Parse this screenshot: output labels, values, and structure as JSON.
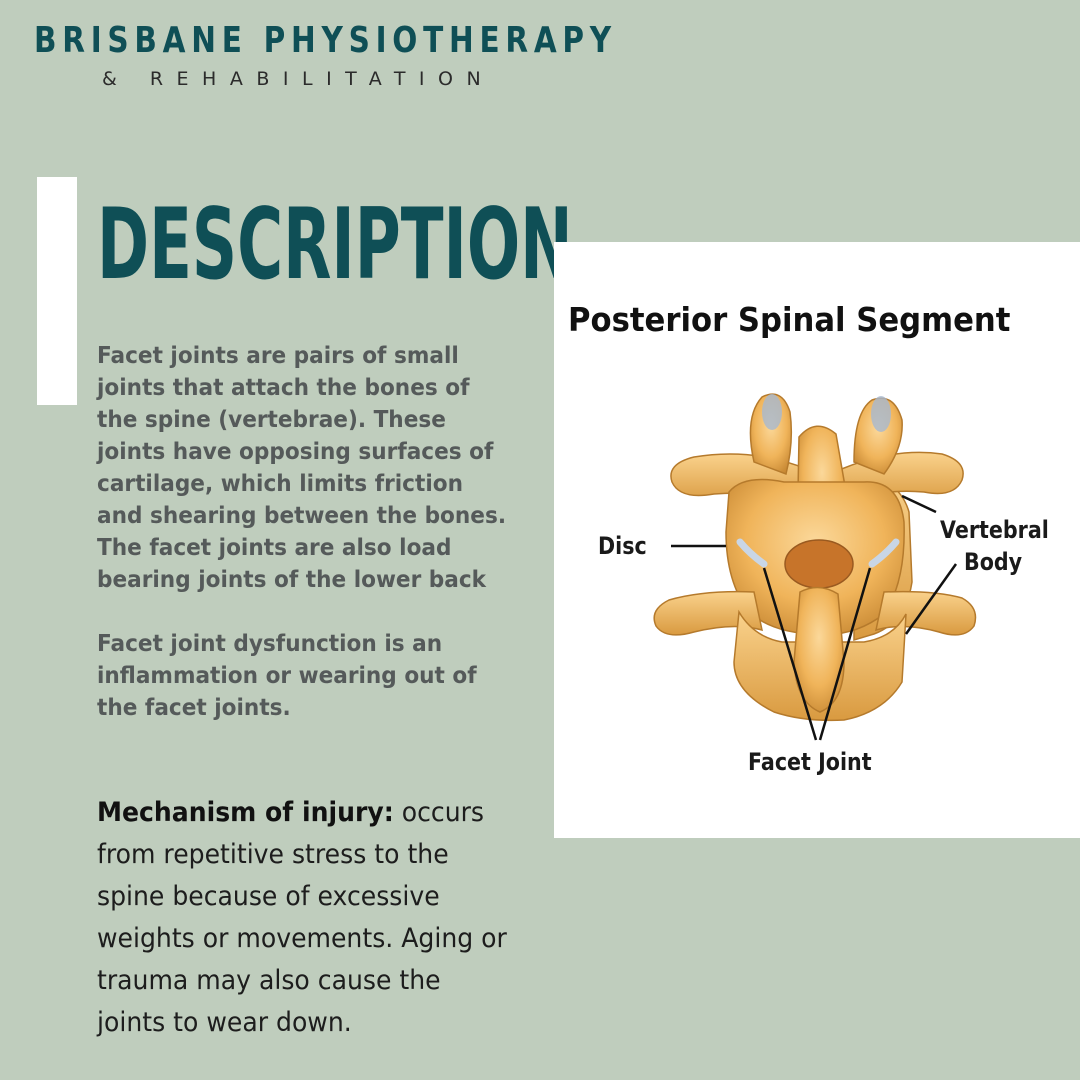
{
  "brand": {
    "title": "BRISBANE PHYSIOTHERAPY",
    "subtitle": "& REHABILITATION"
  },
  "heading": "DESCRIPTION",
  "description": {
    "paragraph1_lines": [
      "Facet joints are pairs of small",
      "joints that attach the bones of",
      "the spine (vertebrae). These",
      "joints have opposing surfaces of",
      "cartilage, which limits friction",
      "and shearing between the bones.",
      "The facet joints are also load",
      "bearing joints of the lower back"
    ],
    "paragraph2_lines": [
      "Facet joint dysfunction is an",
      "inflammation or wearing out of",
      "the facet joints."
    ]
  },
  "mechanism": {
    "label": "Mechanism of injury:",
    "lines": [
      " occurs",
      "from repetitive stress to the",
      "spine because of excessive",
      "weights or movements. Aging or",
      "trauma may also cause the",
      "joints to wear down."
    ]
  },
  "figure": {
    "title": "Posterior Spinal Segment",
    "labels": {
      "disc": "Disc",
      "vertebral_1": "Vertebral",
      "vertebral_2": "Body",
      "facet": "Facet Joint"
    }
  },
  "colors": {
    "background": "#bfcdbd",
    "brand_teal": "#0f4f56",
    "body_text": "#555a5a",
    "bone": "#f0b45a"
  }
}
